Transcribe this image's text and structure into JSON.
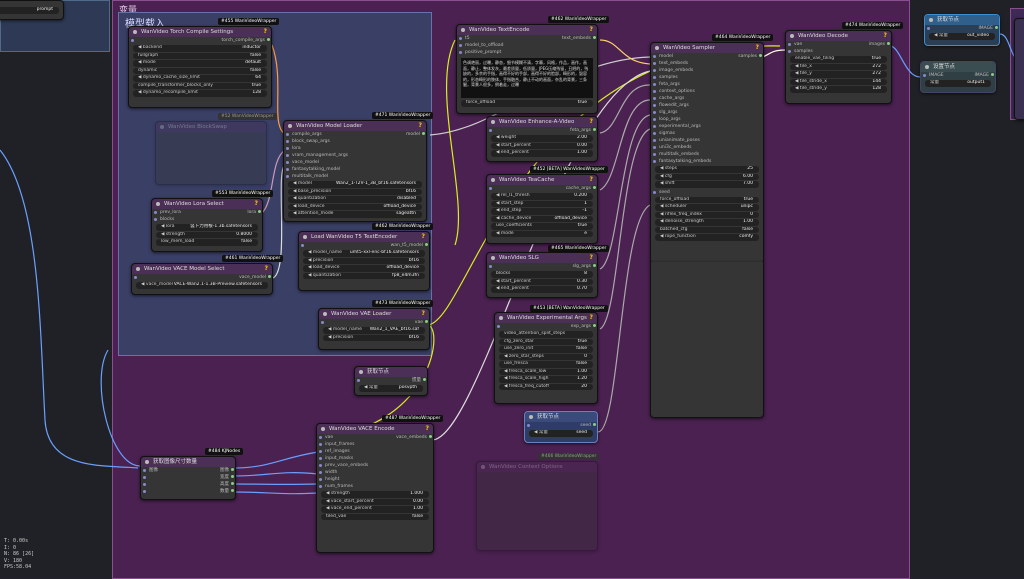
{
  "canvas": {
    "group_title": "变量",
    "subgroup_title": "模型载入"
  },
  "nodes": {
    "torch_compile": {
      "id": "#455 WanVideoWrapper",
      "title": "WanVideo Torch Compile Settings",
      "out": "torch_compile_args",
      "rows": [
        [
          "backend",
          "inductor"
        ],
        [
          "fullgraph",
          "false"
        ],
        [
          "mode",
          "default"
        ],
        [
          "dynamic",
          "false"
        ],
        [
          "dynamo_cache_size_limit",
          "64"
        ],
        [
          "compile_transformer_blocks_only",
          "true"
        ],
        [
          "dynamo_recompile_limit",
          "128"
        ]
      ]
    },
    "block_swap": {
      "id": "#52 WanVideoWrapper",
      "title": "WanVideo BlockSwap"
    },
    "lora": {
      "id": "#553 WanVideoWrapper",
      "title": "WanVideo Lora Select",
      "inputs": [
        "prev_lora",
        "blocks"
      ],
      "out": "lora",
      "rows": [
        [
          "lora",
          "竖卜力用根-1.3b.safetensors"
        ],
        [
          "strength",
          "0.8000"
        ],
        [
          "low_mem_load",
          "false"
        ]
      ]
    },
    "vace_model": {
      "id": "#461 WanVideoWrapper",
      "title": "WanVideo VACE Model Select",
      "out": "vace_model",
      "rows": [
        [
          "vace_model",
          "VACE-Wan2.1-1.3B-Preview.safetensors"
        ]
      ]
    },
    "model_loader": {
      "id": "#471 WanVideoWrapper",
      "title": "WanVideo Model Loader",
      "out": "model",
      "inputs": [
        "compile_args",
        "block_swap_args",
        "lora",
        "vram_management_args",
        "vace_model",
        "fantasytalking_model",
        "multitalk_model"
      ],
      "rows": [
        [
          "model",
          "Wan2_1-T2V-1_3B_bf16.safetensors"
        ],
        [
          "base_precision",
          "bf16"
        ],
        [
          "quantization",
          "disabled"
        ],
        [
          "load_device",
          "offload_device"
        ],
        [
          "attention_mode",
          "sageattn"
        ]
      ]
    },
    "t5": {
      "id": "#462 WanVideoWrapper",
      "title": "Load WanVideo T5 TextEncoder",
      "out": "wan_t5_model",
      "rows": [
        [
          "model_name",
          "umt5-xxl-enc-bf16.safetensors"
        ],
        [
          "precision",
          "bf16"
        ],
        [
          "load_device",
          "offload_device"
        ],
        [
          "quantization",
          "fp8_e4m3fn"
        ]
      ]
    },
    "vae": {
      "id": "#473 WanVideoWrapper",
      "title": "WanVideo VAE Loader",
      "out": "vae",
      "rows": [
        [
          "model_name",
          "Wan2_1_VAE_bf16.saf"
        ],
        [
          "precision",
          "bf16"
        ]
      ]
    },
    "text_encode": {
      "id": "#462 WanVideoWrapper",
      "title": "WanVideo TextEncode",
      "out": "text_embeds",
      "inputs": [
        "t5",
        "model_to_offload",
        "positive_prompt"
      ],
      "prompt": "色调艳丽，过曝，静态，细节模糊不清，字幕，风格，作品，画作，画面，静止，整体发灰，最差质量，低质量，JPEG压缩残留，丑陋的，残缺的，多余的手指，画得不好的手部，画得不好的脸部，畸形的，毁容的，形态畸形的肢体，手指融合，静止不动的画面，杂乱的背景，三条腿，背景人很多，倒着走，过曝",
      "force_offload": "true"
    },
    "enhance": {
      "title": "WanVideo Enhance-A-Video",
      "out": "feta_args",
      "rows": [
        [
          "weight",
          "2.00"
        ],
        [
          "start_percent",
          "0.00"
        ],
        [
          "end_percent",
          "1.00"
        ]
      ]
    },
    "teacache": {
      "id": "#452 [BETA] WanVideoWrapper",
      "title": "WanVideo TeaCache",
      "out": "cache_args",
      "rows": [
        [
          "rel_l1_thresh",
          "0.200"
        ],
        [
          "start_step",
          "1"
        ],
        [
          "end_step",
          "-1"
        ],
        [
          "cache_device",
          "offload_device"
        ],
        [
          "use_coefficients",
          "true"
        ],
        [
          "mode",
          "e"
        ]
      ]
    },
    "slg": {
      "id": "#465 WanVideoWrapper",
      "title": "WanVideo SLG",
      "out": "slg_args",
      "rows": [
        [
          "blocks",
          "8"
        ],
        [
          "start_percent",
          "0.30"
        ],
        [
          "end_percent",
          "0.70"
        ]
      ]
    },
    "exp_args": {
      "id": "#453 [BETA] WanVideoWrapper",
      "title": "WanVideo Experimental Args",
      "out": "exp_args",
      "rows": [
        [
          "video_attention_split_steps",
          ""
        ],
        [
          "cfg_zero_star",
          "true"
        ],
        [
          "use_zero_init",
          "false"
        ],
        [
          "zero_star_steps",
          "0"
        ],
        [
          "use_fresca",
          "false"
        ],
        [
          "fresca_scale_low",
          "1.00"
        ],
        [
          "fresca_scale_high",
          "1.20"
        ],
        [
          "fresca_freq_cutoff",
          "20"
        ]
      ]
    },
    "sampler": {
      "id": "#464 WanVideoWrapper",
      "title": "WanVideo Sampler",
      "out": "samples",
      "inputs": [
        "model",
        "text_embeds",
        "image_embeds",
        "samples",
        "feta_args",
        "context_options",
        "cache_args",
        "flowedit_args",
        "slg_args",
        "loop_args",
        "experimental_args",
        "sigmas",
        "unianimate_poses",
        "uni3c_embeds",
        "multitalk_embeds",
        "fantasytalking_embeds"
      ],
      "rows": [
        [
          "steps",
          "25"
        ],
        [
          "cfg",
          "6.00"
        ],
        [
          "shift",
          "7.00"
        ],
        [
          "seed",
          ""
        ],
        [
          "force_offload",
          "true"
        ],
        [
          "scheduler",
          "unipc"
        ],
        [
          "riflex_freq_index",
          "0"
        ],
        [
          "denoise_strength",
          "1.00"
        ],
        [
          "batched_cfg",
          "false"
        ],
        [
          "rope_function",
          "comfy"
        ]
      ]
    },
    "decode": {
      "id": "#474 WanVideoWrapper",
      "title": "WanVideo Decode",
      "out": "images",
      "inputs": [
        "vae",
        "samples"
      ],
      "rows": [
        [
          "enable_vae_tiling",
          "true"
        ],
        [
          "tile_x",
          "272"
        ],
        [
          "tile_y",
          "272"
        ],
        [
          "tile_stride_x",
          "144"
        ],
        [
          "tile_stride_y",
          "128"
        ]
      ]
    },
    "get_node_1": {
      "title": "获取节点",
      "out": "IMAGE",
      "rows": [
        [
          "常量",
          "out_video"
        ]
      ]
    },
    "set_node_1": {
      "title": "设置节点",
      "in": "IMAGE",
      "out": "IMAGE",
      "rows": [
        [
          "常量",
          "output1"
        ]
      ]
    },
    "get_node_2": {
      "title": "获取节点",
      "out": "惯量",
      "rows": [
        [
          "常量",
          "posvpth"
        ]
      ]
    },
    "get_node_3": {
      "title": "获取节点",
      "out": "seed",
      "rows": [
        [
          "常量",
          "seed"
        ]
      ]
    },
    "vace_encode": {
      "id": "#487 WanVideoWrapper",
      "title": "WanVideo VACE Encode",
      "out": "vace_embeds",
      "inputs": [
        "vae",
        "input_frames",
        "ref_images",
        "input_masks",
        "prev_vace_embeds",
        "width",
        "height",
        "num_frames"
      ],
      "rows": [
        [
          "strength",
          "1.000"
        ],
        [
          "vace_start_percent",
          "0.00"
        ],
        [
          "vace_end_percent",
          "1.00"
        ],
        [
          "tiled_vae",
          "false"
        ]
      ]
    },
    "size_node": {
      "id": "#484 KJNodes",
      "title": "获取图像尺寸数量",
      "in": "图像",
      "outs": [
        "图像",
        "宽度",
        "高度",
        "数量"
      ]
    },
    "context_opts": {
      "id": "#466 WanVideoWrapper",
      "title": "WanVideo Context Options"
    }
  },
  "stats": {
    "t": "T: 0.00s",
    "i": "I: 0",
    "n": "N: 86 [26]",
    "v": "V: 180",
    "fps": "FPS:58.04"
  }
}
